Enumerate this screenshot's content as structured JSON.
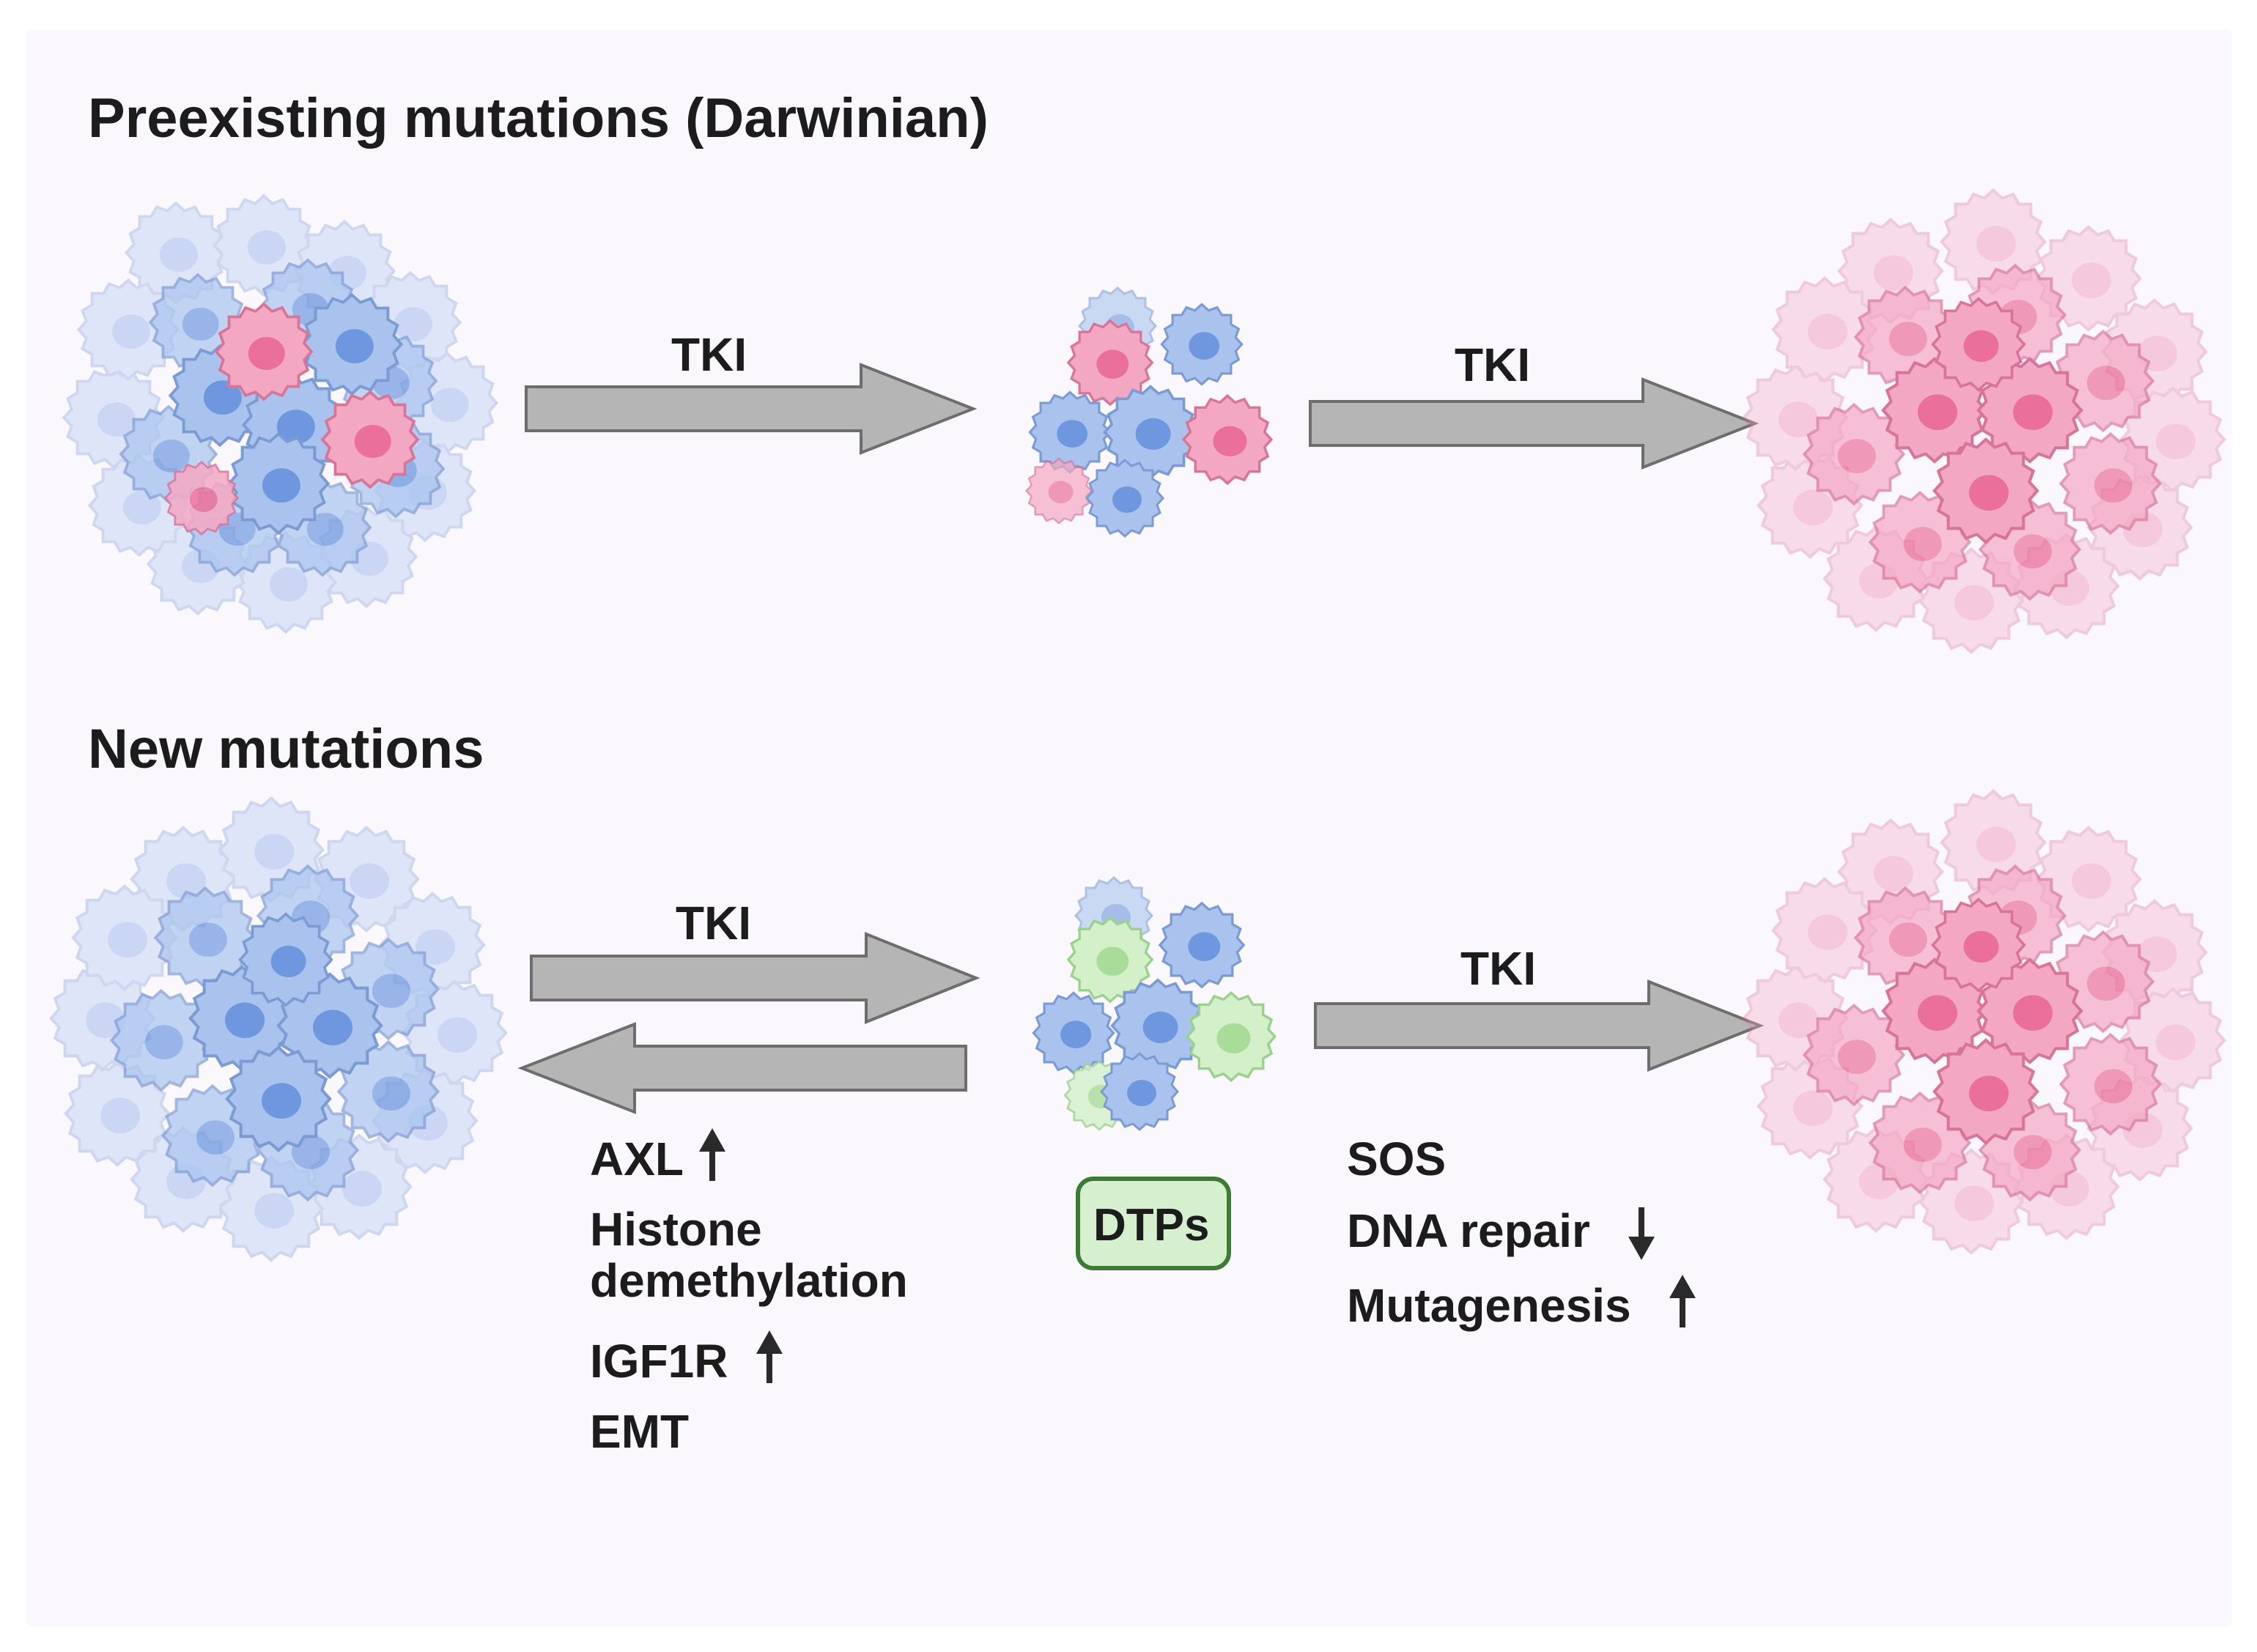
{
  "sections": {
    "top": {
      "title": "Preexisting mutations (Darwinian)",
      "arrow1_label": "TKI",
      "arrow2_label": "TKI"
    },
    "bottom": {
      "title": "New mutations",
      "arrow1_label": "TKI",
      "arrow2_label": "TKI"
    }
  },
  "dtp_label": "DTPs",
  "left_factors": {
    "axl": "AXL",
    "histone_line1": "Histone",
    "histone_line2": "demethylation",
    "igf1r": "IGF1R",
    "emt": "EMT"
  },
  "right_factors": {
    "sos": "SOS",
    "dna_repair": "DNA repair",
    "mutagenesis": "Mutagenesis"
  },
  "colors": {
    "sensitive_cell": "#a9c3ee",
    "resistant_cell": "#f19bba",
    "persister_cell": "#cdeec3",
    "arrow_fill": "#b5b5b5",
    "arrow_stroke": "#6d6d6d"
  }
}
